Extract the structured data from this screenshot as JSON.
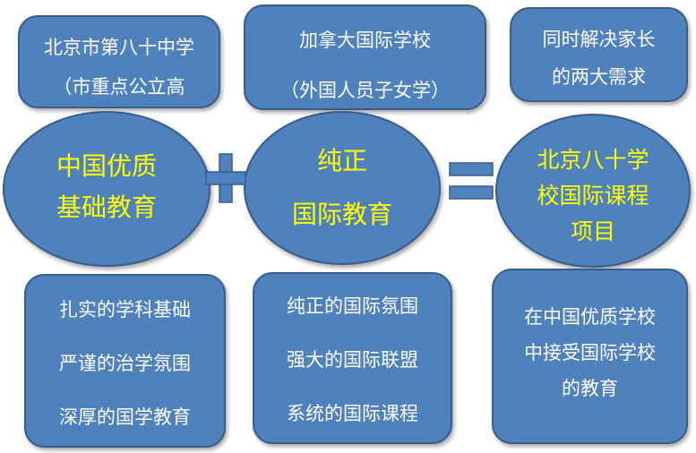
{
  "top_boxes": [
    {
      "lines": [
        "北京市第八十中学",
        "（市重点公立高"
      ]
    },
    {
      "lines": [
        "加拿大国际学校",
        "（外国人员子女学）"
      ]
    },
    {
      "lines": [
        "同时解决家长",
        "的两大需求"
      ]
    }
  ],
  "ellipses": [
    {
      "lines": [
        "中国优质",
        "基础教育"
      ]
    },
    {
      "lines": [
        "纯正",
        "国际教育"
      ]
    },
    {
      "lines": [
        "北京八十学",
        "校国际课程",
        "项目"
      ]
    }
  ],
  "bottom_boxes": [
    {
      "lines": [
        "扎实的学科基础",
        "严谨的治学氛围",
        "深厚的国学教育"
      ]
    },
    {
      "lines": [
        "纯正的国际氛围",
        "强大的国际联盟",
        "系统的国际课程"
      ]
    },
    {
      "lines": [
        "在中国优质学校",
        "中接受国际学校",
        "的教育"
      ]
    }
  ],
  "colors": {
    "fill": "#4f81bd",
    "border": "#385d8a",
    "ellipse_text": "#ffff00",
    "box_text": "#ffffff"
  }
}
